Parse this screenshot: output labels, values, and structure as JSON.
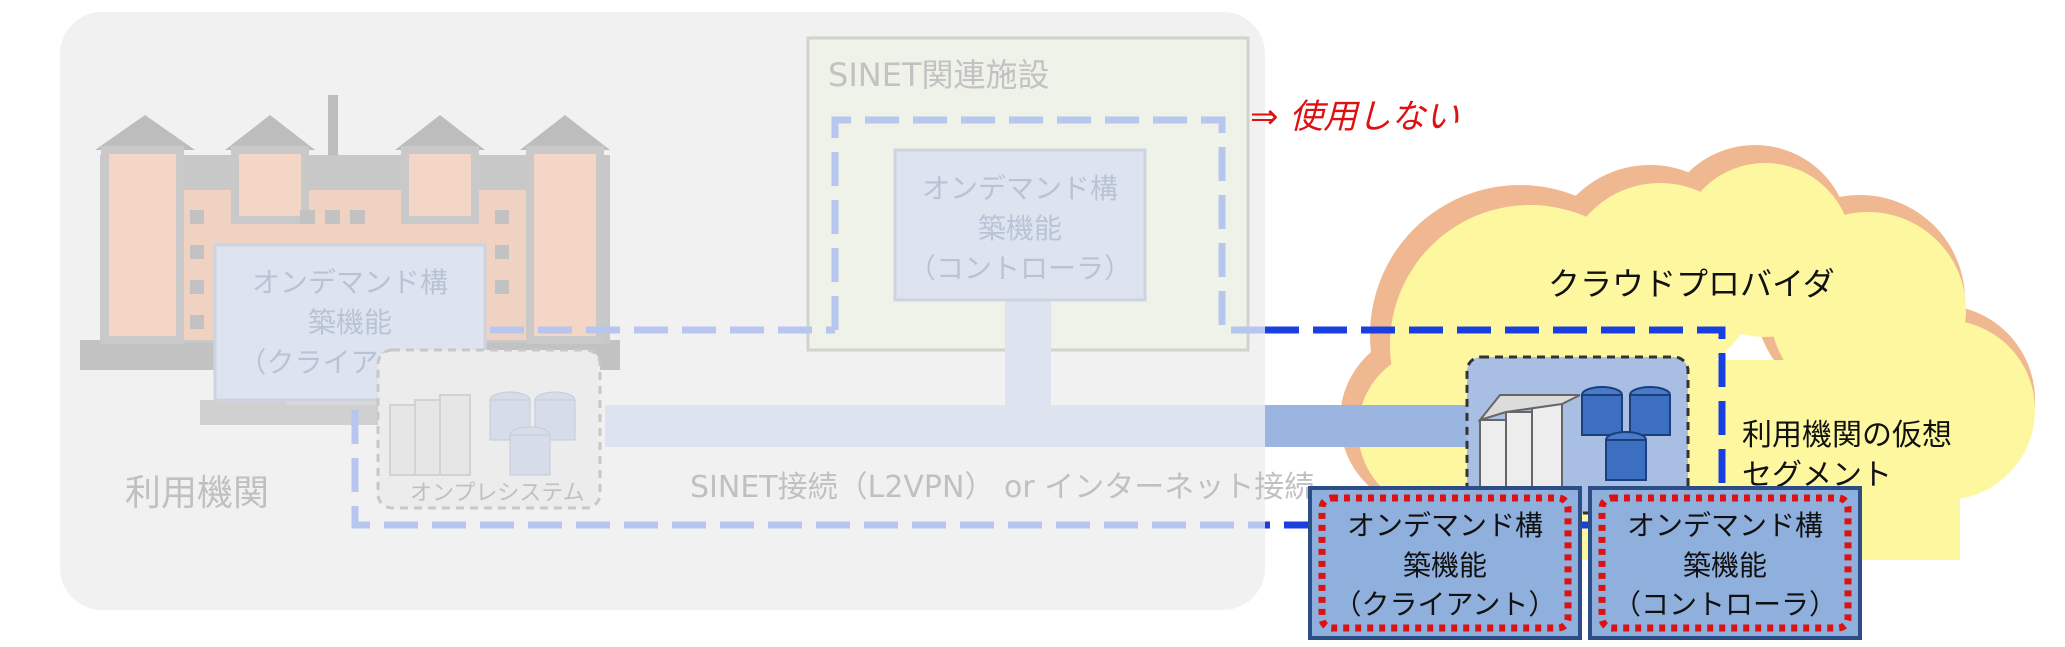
{
  "sinet_facility": {
    "title": "SINET関連施設",
    "not_used_note": "⇒ 使用しない"
  },
  "controller_faded": {
    "line1": "オンデマンド構",
    "line2": "築機能",
    "line3": "（コントローラ）"
  },
  "client_faded": {
    "line1": "オンデマンド構",
    "line2": "築機能",
    "line3": "（クライアント）"
  },
  "user_institution": {
    "label": "利用機関"
  },
  "onprem": {
    "label": "オンプレシステム"
  },
  "connection": {
    "label": "SINET接続（L2VPN） or インターネット接続"
  },
  "cloud": {
    "label": "クラウドプロバイダ"
  },
  "virtual_segment": {
    "line1": "利用機関の仮想",
    "line2": "セグメント"
  },
  "client_active": {
    "line1": "オンデマンド構",
    "line2": "築機能",
    "line3": "（クライアント）"
  },
  "controller_active": {
    "line1": "オンデマンド構",
    "line2": "築機能",
    "line3": "（コントローラ）"
  },
  "colors": {
    "accent_red": "#dd1111",
    "dashed_blue": "#1a3fe0",
    "cloud_yellow": "#fdf7a0",
    "box_blue": "#8fb0dc"
  }
}
